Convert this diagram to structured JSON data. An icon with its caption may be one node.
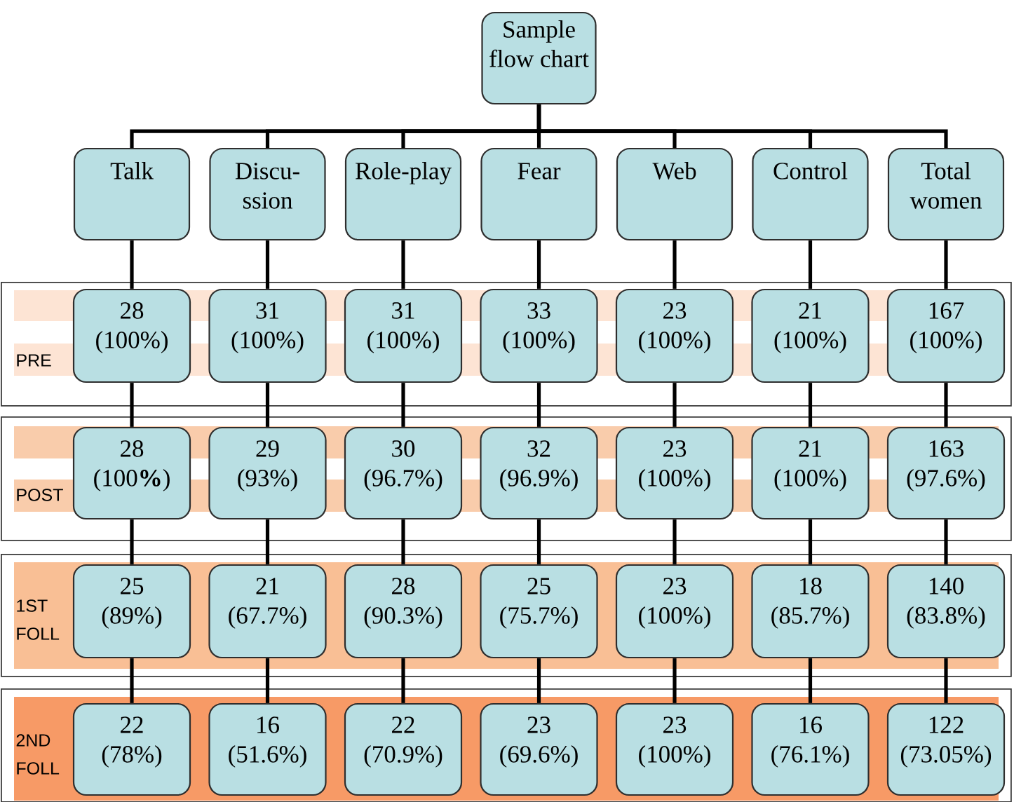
{
  "diagram": {
    "nodes": [
      {
        "text": [
          "Sample flow chart"
        ]
      },
      {
        "text": [
          "Talk"
        ]
      },
      {
        "text": [
          "Discu- ssion"
        ]
      },
      {
        "text": [
          "Role-play"
        ]
      },
      {
        "text": [
          "Fear"
        ]
      },
      {
        "text": [
          "Web"
        ]
      },
      {
        "text": [
          "Control"
        ]
      },
      {
        "text": [
          "Total women"
        ]
      },
      {
        "text": [
          "PRE"
        ]
      },
      {
        "text": [
          "28 (100%)"
        ],
        "in": 8
      },
      {
        "text": [
          "31 (100%)"
        ],
        "in": 8
      },
      {
        "text": [
          "31 (100%)"
        ],
        "in": 8
      },
      {
        "text": [
          "33 (100%)"
        ],
        "in": 8
      },
      {
        "text": [
          "23 (100%)"
        ],
        "in": 8
      },
      {
        "text": [
          "21 (100%)"
        ],
        "in": 8
      },
      {
        "text": [
          "167 (100%)"
        ],
        "in": 8
      },
      {
        "text": [
          "POST"
        ]
      },
      {
        "text": [
          "28 (100**%**)"
        ],
        "in": 16
      },
      {
        "text": [
          "29 (93%)"
        ],
        "in": 16
      },
      {
        "text": [
          "30 (96.7%)"
        ],
        "in": 16
      },
      {
        "text": [
          "32 (96.9%)"
        ],
        "in": 16
      },
      {
        "text": [
          "23 (100%)"
        ],
        "in": 16
      },
      {
        "text": [
          "21 (100%)"
        ],
        "in": 16
      },
      {
        "text": [
          "163 (97.6%)"
        ],
        "in": 16
      },
      {
        "text": [
          "1ST FOLL"
        ]
      },
      {
        "text": [
          "25 (89%)"
        ],
        "in": 24
      },
      {
        "text": [
          "21 (67.7%)"
        ],
        "in": 24
      },
      {
        "text": [
          "28 (90.3%)"
        ],
        "in": 24
      },
      {
        "text": [
          "25 (75.7%)"
        ],
        "in": 24
      },
      {
        "text": [
          "23 (100%)"
        ],
        "in": 24
      },
      {
        "text": [
          "18 (85.7%)"
        ],
        "in": 24
      },
      {
        "text": [
          "140 (83.8%)"
        ],
        "in": 24
      },
      {
        "text": [
          "2ND FOLL"
        ]
      },
      {
        "text": [
          "22 (78%)"
        ],
        "in": 32
      },
      {
        "text": [
          "16 (51.6%)"
        ],
        "in": 32
      },
      {
        "text": [
          "22 (70.9%)"
        ],
        "in": 32
      },
      {
        "text": [
          "23 (69.6%)"
        ],
        "in": 32
      },
      {
        "text": [
          "23 (100%)"
        ],
        "in": 32
      },
      {
        "text": [
          "16 (76.1%)"
        ],
        "in": 32
      },
      {
        "text": [
          "122 (73.05%)"
        ],
        "in": 32
      }
    ],
    "edges": [
      {
        "from": 0,
        "to": 1,
        "arrow": "none"
      },
      {
        "from": 0,
        "to": 2,
        "arrow": "none"
      },
      {
        "from": 0,
        "to": 3,
        "arrow": "none"
      },
      {
        "from": 0,
        "to": 4,
        "arrow": "none"
      },
      {
        "from": 0,
        "to": 5,
        "arrow": "none"
      },
      {
        "from": 0,
        "to": 6,
        "arrow": "none"
      },
      {
        "from": 0,
        "to": 7,
        "arrow": "none"
      },
      {
        "from": 1,
        "to": 9,
        "arrow": "none"
      },
      {
        "from": 2,
        "to": 10,
        "arrow": "none"
      },
      {
        "from": 3,
        "to": 11,
        "arrow": "none"
      },
      {
        "from": 4,
        "to": 12,
        "arrow": "none"
      },
      {
        "from": 5,
        "to": 13,
        "arrow": "none"
      },
      {
        "from": 6,
        "to": 14,
        "arrow": "none"
      },
      {
        "from": 7,
        "to": 15,
        "arrow": "none"
      },
      {
        "from": 9,
        "to": 17,
        "arrow": "none"
      },
      {
        "from": 10,
        "to": 18,
        "arrow": "none"
      },
      {
        "from": 11,
        "to": 19,
        "arrow": "none"
      },
      {
        "from": 12,
        "to": 20,
        "arrow": "none"
      },
      {
        "from": 13,
        "to": 21,
        "arrow": "none"
      },
      {
        "from": 14,
        "to": 22,
        "arrow": "none"
      },
      {
        "from": 15,
        "to": 23,
        "arrow": "none"
      },
      {
        "from": 17,
        "to": 25,
        "arrow": "none"
      },
      {
        "from": 18,
        "to": 26,
        "arrow": "none"
      },
      {
        "from": 19,
        "to": 27,
        "arrow": "none"
      },
      {
        "from": 20,
        "to": 28,
        "arrow": "none"
      },
      {
        "from": 21,
        "to": 29,
        "arrow": "none"
      },
      {
        "from": 22,
        "to": 30,
        "arrow": "none"
      },
      {
        "from": 23,
        "to": 31,
        "arrow": "none"
      },
      {
        "from": 25,
        "to": 33,
        "arrow": "none"
      },
      {
        "from": 26,
        "to": 34,
        "arrow": "none"
      },
      {
        "from": 27,
        "to": 35,
        "arrow": "none"
      },
      {
        "from": 28,
        "to": 36,
        "arrow": "none"
      },
      {
        "from": 29,
        "to": 37,
        "arrow": "none"
      },
      {
        "from": 30,
        "to": 38,
        "arrow": "none"
      },
      {
        "from": 31,
        "to": 39,
        "arrow": "none"
      }
    ]
  }
}
